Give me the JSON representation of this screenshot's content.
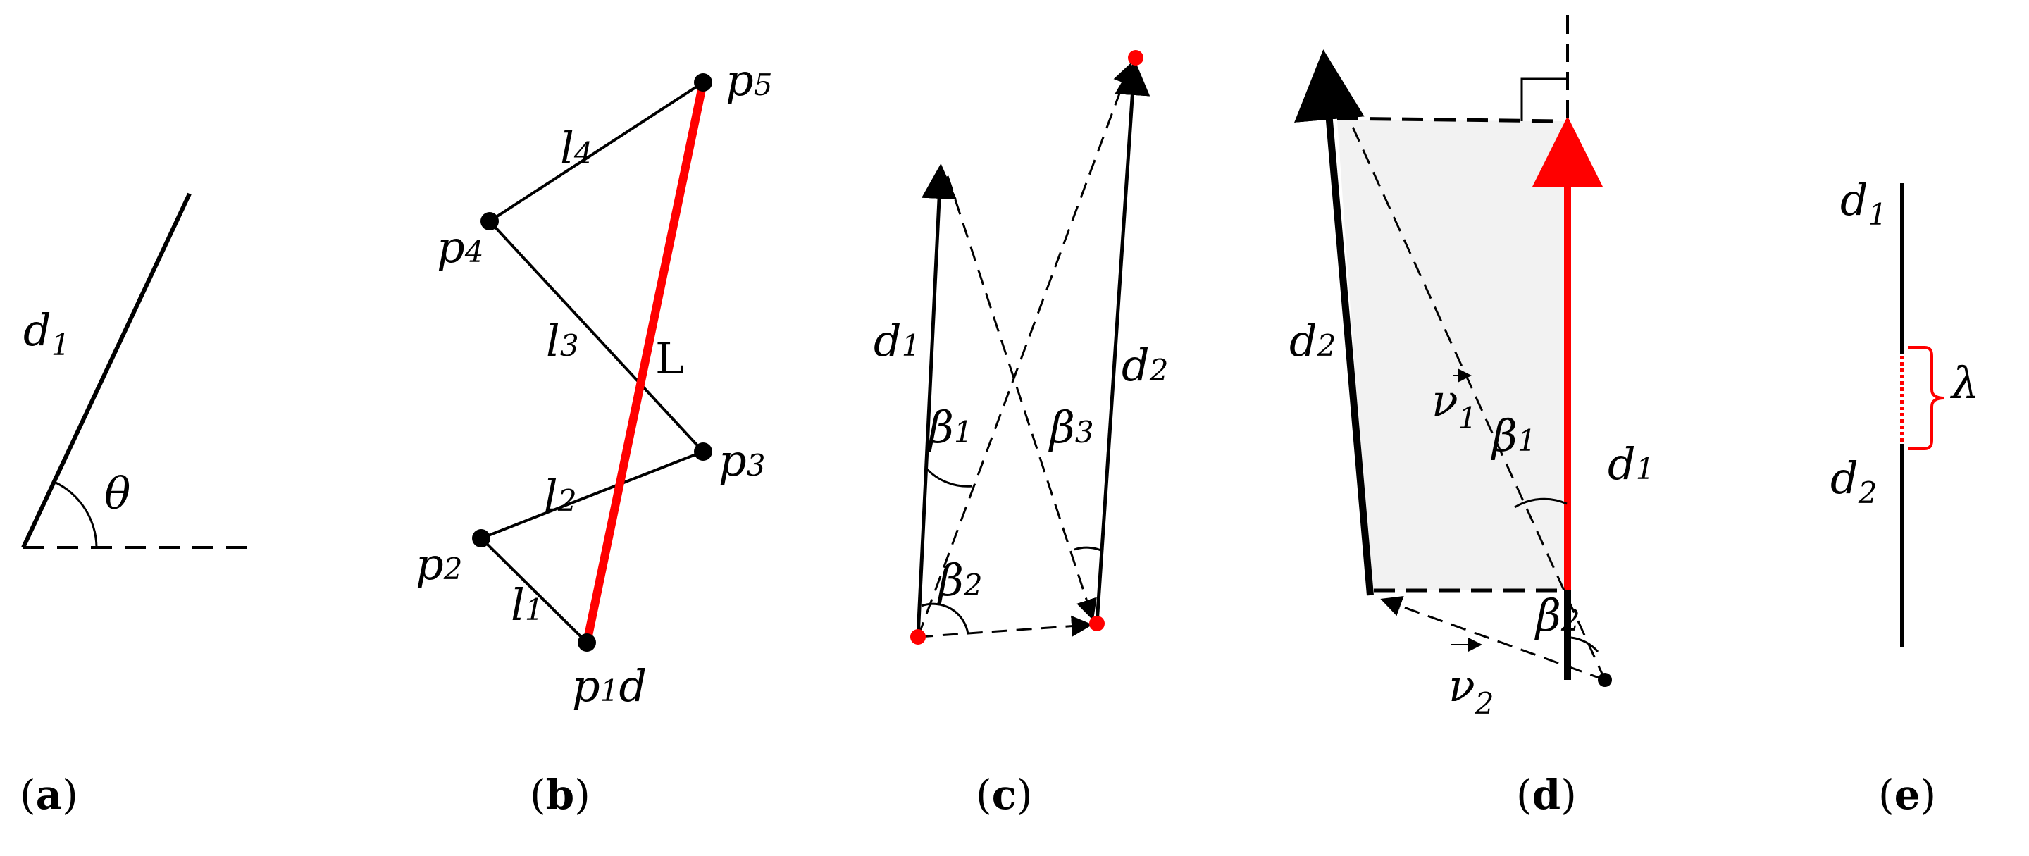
{
  "panels": {
    "a": {
      "label": "a",
      "segment": {
        "name": "d",
        "sub": "1"
      },
      "angle": "θ"
    },
    "b": {
      "label": "b",
      "points": [
        {
          "name": "p",
          "sub": "1",
          "suffix": "d"
        },
        {
          "name": "p",
          "sub": "2"
        },
        {
          "name": "p",
          "sub": "3"
        },
        {
          "name": "p",
          "sub": "4"
        },
        {
          "name": "p",
          "sub": "5"
        }
      ],
      "segments": [
        {
          "name": "l",
          "sub": "1"
        },
        {
          "name": "l",
          "sub": "2"
        },
        {
          "name": "l",
          "sub": "3"
        },
        {
          "name": "l",
          "sub": "4"
        }
      ],
      "fitted_line": "L"
    },
    "c": {
      "label": "c",
      "segments": [
        {
          "name": "d",
          "sub": "1"
        },
        {
          "name": "d",
          "sub": "2"
        }
      ],
      "angles": [
        {
          "name": "β",
          "sub": "1"
        },
        {
          "name": "β",
          "sub": "2"
        },
        {
          "name": "β",
          "sub": "3"
        }
      ]
    },
    "d": {
      "label": "d",
      "segments": [
        {
          "name": "d",
          "sub": "1"
        },
        {
          "name": "d",
          "sub": "2"
        }
      ],
      "angles": [
        {
          "name": "β",
          "sub": "1"
        },
        {
          "name": "β",
          "sub": "2"
        }
      ],
      "vectors": [
        {
          "name": "ν",
          "sub": "1"
        },
        {
          "name": "ν",
          "sub": "2"
        }
      ]
    },
    "e": {
      "label": "e",
      "segments": [
        {
          "name": "d",
          "sub": "1"
        },
        {
          "name": "d",
          "sub": "2"
        }
      ],
      "gap": "λ"
    }
  },
  "colors": {
    "ink": "#000000",
    "highlight": "#ff0000",
    "fill": "#f2f2f2"
  }
}
